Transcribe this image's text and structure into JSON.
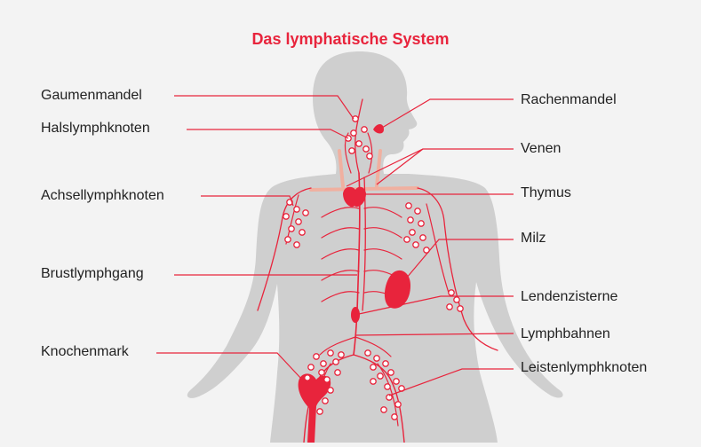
{
  "title": "Das lymphatische System",
  "colors": {
    "background": "#f3f3f3",
    "accent": "#e8243c",
    "silhouette": "#cfcfcf",
    "label_text": "#222222",
    "vein": "#f0b0a0"
  },
  "labels_left": [
    {
      "text": "Gaumenmandel"
    },
    {
      "text": "Halslymphknoten"
    },
    {
      "text": "Achsellymphknoten"
    },
    {
      "text": "Brustlymphgang"
    },
    {
      "text": "Knochenmark"
    }
  ],
  "labels_right": [
    {
      "text": "Rachenmandel"
    },
    {
      "text": "Venen"
    },
    {
      "text": "Thymus"
    },
    {
      "text": "Milz"
    },
    {
      "text": "Lendenzisterne"
    },
    {
      "text": "Lymphbahnen"
    },
    {
      "text": "Leistenlymphknoten"
    }
  ]
}
